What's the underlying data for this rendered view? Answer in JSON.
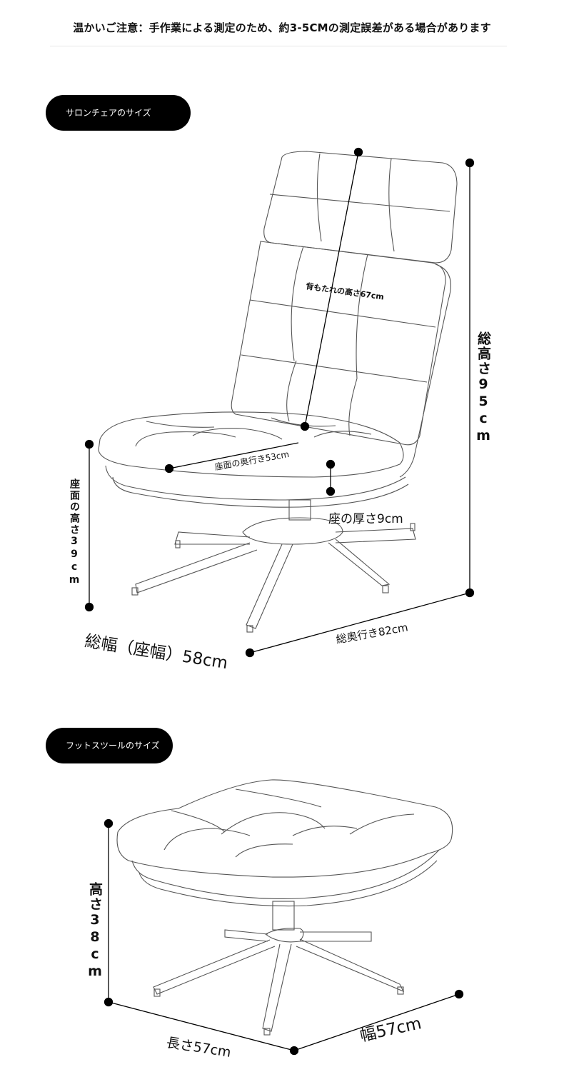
{
  "notice": "温かいご注意：手作業による測定のため、約3-5CMの測定誤差がある場合があります",
  "sections": {
    "chair_title": "サロンチェアのサイズ",
    "ottoman_title": "フットスツールのサイズ"
  },
  "chair": {
    "back_height": "背もたれの高さ67cm",
    "total_height": "総高さ95cm",
    "seat_depth": "座面の奥行き53cm",
    "seat_thickness": "座の厚さ9cm",
    "seat_height": "座面の高さ39cm",
    "total_width": "総幅（座幅）58cm",
    "total_depth": "総奥行き82cm"
  },
  "ottoman": {
    "height": "高さ38cm",
    "length": "長さ57cm",
    "width": "幅57cm"
  }
}
